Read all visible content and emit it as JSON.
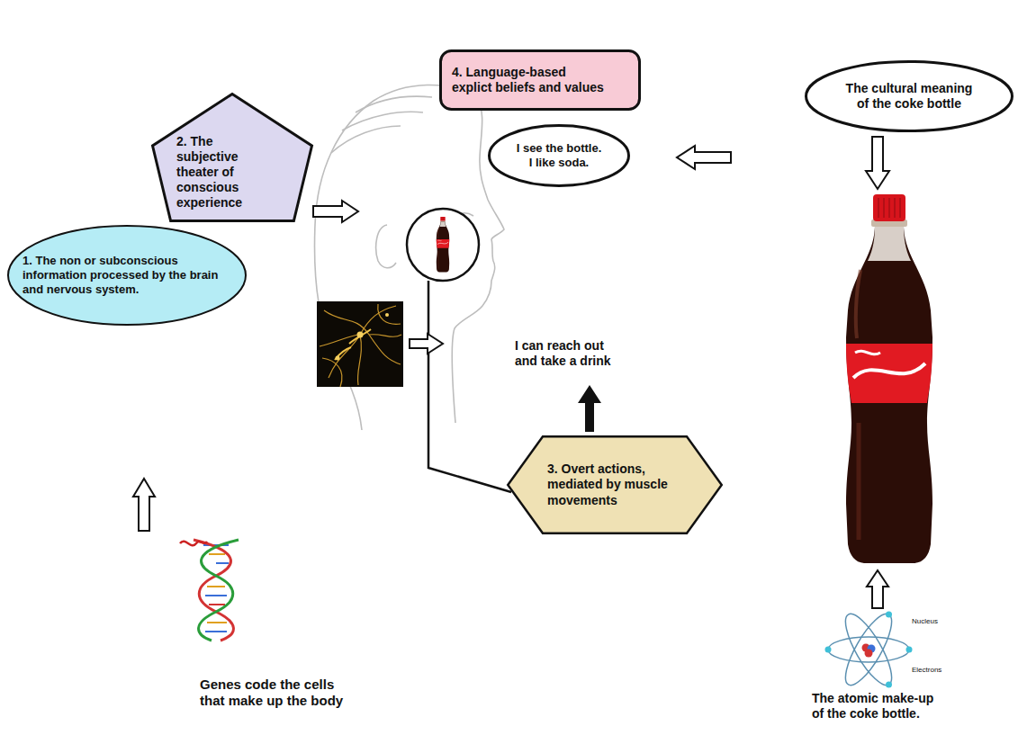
{
  "diagram": {
    "nodes": [
      {
        "text": [
          "4. Language-based explict beliefs and values"
        ]
      },
      {
        "text": [
          "The cultural meaning of the coke bottle"
        ]
      },
      {
        "text": [
          "2. The subjective theater of conscious experience"
        ]
      },
      {
        "text": [
          "I see the bottle. I like soda."
        ]
      },
      {
        "text": [
          "1. The non or subconscious information processed by the brain and nervous system."
        ]
      },
      {
        "text": [
          "3. Overt actions, mediated by muscle movements"
        ]
      }
    ],
    "labels": [
      "I can reach out and take a drink",
      "Nucleus",
      "Electrons",
      "Genes code the cells that make up the body",
      "The atomic make-up of the coke bottle."
    ]
  }
}
